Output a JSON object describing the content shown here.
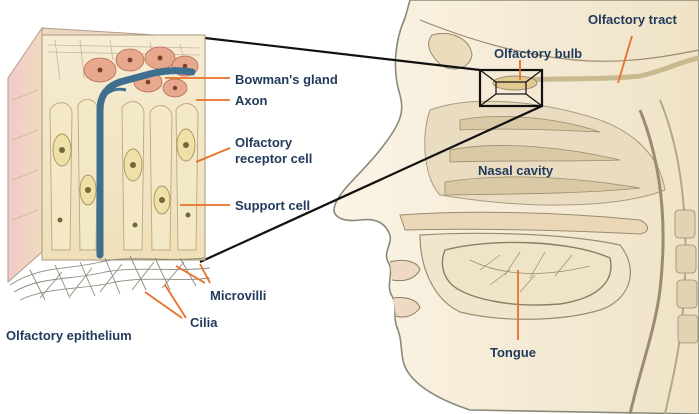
{
  "labels": {
    "olfactory_tract": "Olfactory tract",
    "olfactory_bulb": "Olfactory bulb",
    "bowmans_gland": "Bowman's gland",
    "axon": "Axon",
    "receptor_line1": "Olfactory",
    "receptor_line2": "receptor cell",
    "nasal_cavity": "Nasal cavity",
    "support_cell": "Support cell",
    "microvilli": "Microvilli",
    "cilia": "Cilia",
    "olfactory_epithelium": "Olfactory epithelium",
    "tongue": "Tongue"
  },
  "colors": {
    "leader": "#e8702a",
    "label": "#1f3a5a",
    "tissue": "#f3e7c4",
    "skin": "#f5ead4",
    "nerve": "#3f6f8f",
    "outline": "#8a8a7a"
  }
}
